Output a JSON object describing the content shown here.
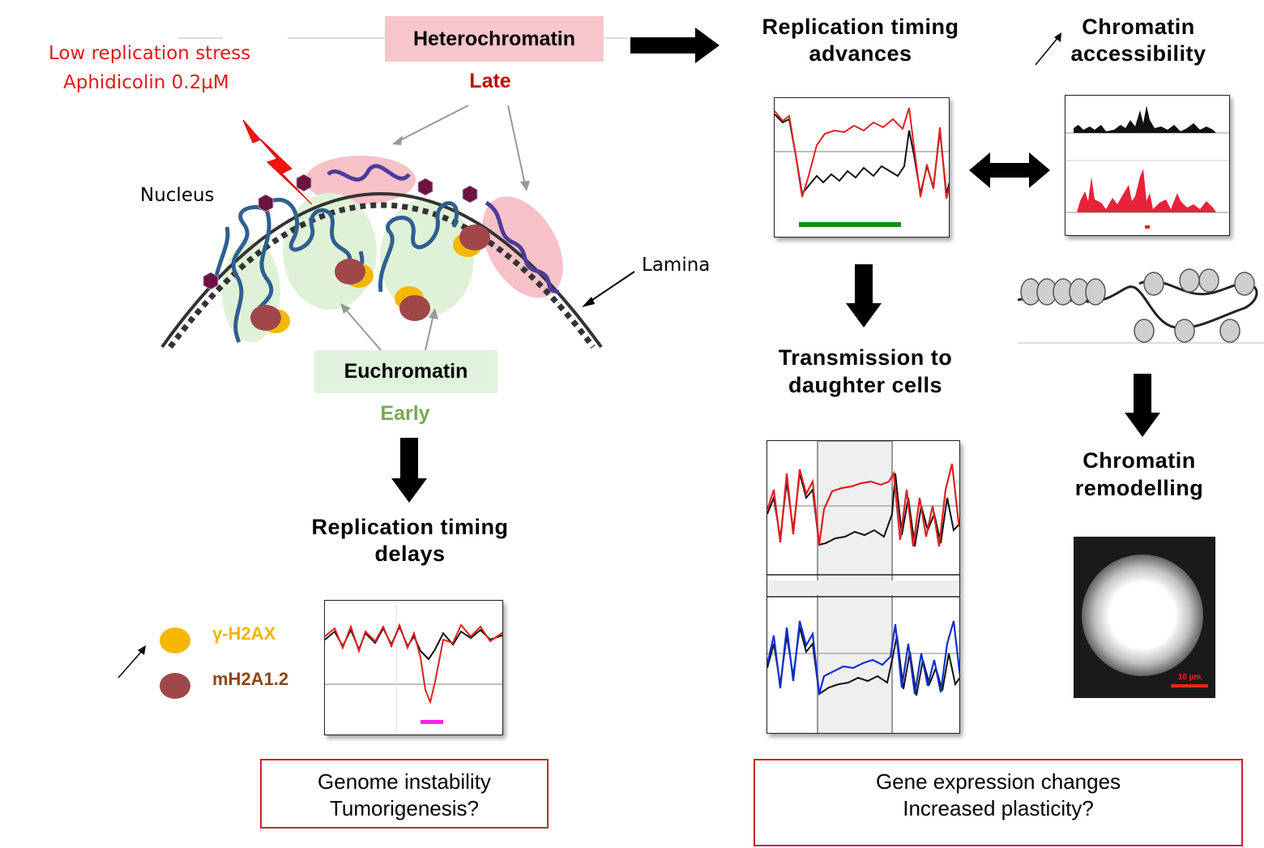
{
  "stress": {
    "line1": "Low replication  stress",
    "line2": "Aphidicolin  0.2µM"
  },
  "nucleus": {
    "heterochromatin": "Heterochromatin",
    "late": "Late",
    "nucleus_label": "Nucleus",
    "lamina_label": "Lamina",
    "euchromatin": "Euchromatin",
    "early": "Early"
  },
  "left": {
    "timing_delays": [
      "Replication timing",
      "delays"
    ],
    "legend": [
      {
        "label": "γ-H2AX",
        "color": "#f5b800"
      },
      {
        "label": "mH2A1.2",
        "color": "#a0474a"
      }
    ],
    "outcome": [
      "Genome instability",
      "Tumorigenesis?"
    ]
  },
  "middle": {
    "timing_advances": [
      "Replication timing",
      "advances"
    ],
    "transmission": [
      "Transmission to",
      "daughter cells"
    ],
    "outcome": [
      "Gene expression changes",
      "Increased plasticity?"
    ]
  },
  "right": {
    "accessibility": [
      "Chromatin",
      "accessibility"
    ],
    "remodelling": [
      "Chromatin",
      "remodelling"
    ],
    "scale_bar": "10 µm"
  },
  "colors": {
    "hetero_box": "#f7c6cc",
    "eu_box": "#dff3dc",
    "early_text": "#77aa55",
    "late_text": "#c00000",
    "gamma_text": "#f0b400",
    "mh2a_text": "#8b4513",
    "red_trace": "#e02020",
    "blue_trace": "#1030d0",
    "outcome_border": "#c0282d"
  }
}
